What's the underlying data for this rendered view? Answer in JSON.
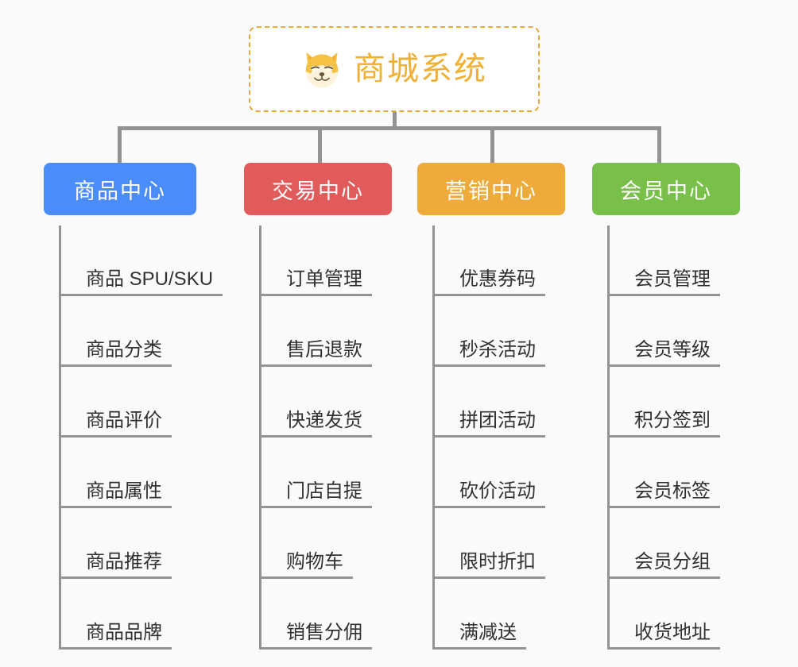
{
  "page": {
    "background": "#fafafa",
    "title": "商城系统"
  },
  "root": {
    "title": "商城系统",
    "icon": "shiba-dog-icon",
    "border_color": "#eaa93c",
    "text_color": "#f0b035",
    "background": "#ffffff"
  },
  "connector": {
    "color": "#939393"
  },
  "categories": [
    {
      "label": "商品中心",
      "color": "#4b8df8",
      "items": [
        "商品 SPU/SKU",
        "商品分类",
        "商品评价",
        "商品属性",
        "商品推荐",
        "商品品牌"
      ]
    },
    {
      "label": "交易中心",
      "color": "#e15b5b",
      "items": [
        "订单管理",
        "售后退款",
        "快递发货",
        "门店自提",
        "购物车",
        "销售分佣"
      ]
    },
    {
      "label": "营销中心",
      "color": "#eeab3b",
      "items": [
        "优惠券码",
        "秒杀活动",
        "拼团活动",
        "砍价活动",
        "限时折扣",
        "满减送"
      ]
    },
    {
      "label": "会员中心",
      "color": "#78c04a",
      "items": [
        "会员管理",
        "会员等级",
        "积分签到",
        "会员标签",
        "会员分组",
        "收货地址"
      ]
    }
  ]
}
